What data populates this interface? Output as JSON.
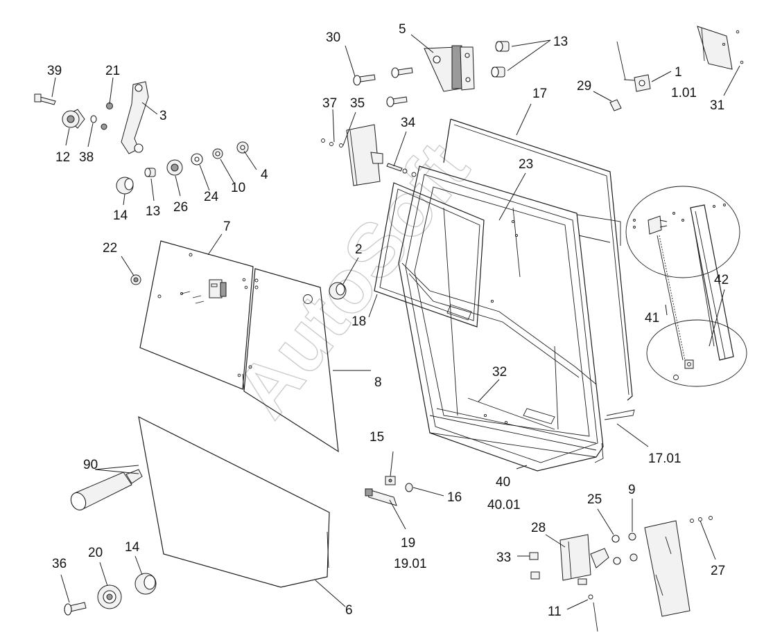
{
  "diagram": {
    "watermark": "AutoSoft",
    "labels": {
      "p1": "1",
      "p1_01": "1.01",
      "p2": "2",
      "p3": "3",
      "p4": "4",
      "p5": "5",
      "p6": "6",
      "p7": "7",
      "p8": "8",
      "p9": "9",
      "p10": "10",
      "p11": "11",
      "p12": "12",
      "p13a": "13",
      "p13b": "13",
      "p14a": "14",
      "p14b": "14",
      "p15": "15",
      "p16": "16",
      "p17": "17",
      "p17_01": "17.01",
      "p18": "18",
      "p19": "19",
      "p19_01": "19.01",
      "p20": "20",
      "p21": "21",
      "p22": "22",
      "p23": "23",
      "p24": "24",
      "p25": "25",
      "p26": "26",
      "p27": "27",
      "p28": "28",
      "p29": "29",
      "p30": "30",
      "p31": "31",
      "p32": "32",
      "p33": "33",
      "p34": "34",
      "p35": "35",
      "p36": "36",
      "p37": "37",
      "p38": "38",
      "p39": "39",
      "p40": "40",
      "p40_01": "40.01",
      "p41": "41",
      "p42": "42",
      "p90": "90"
    }
  }
}
